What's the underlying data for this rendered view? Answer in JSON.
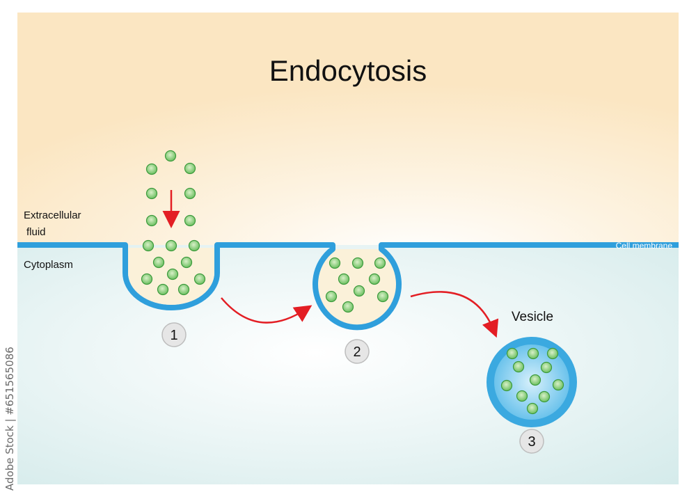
{
  "title": "Endocytosis",
  "labels": {
    "extracellular_line1": "Extracellular",
    "extracellular_line2": "fluid",
    "cytoplasm": "Cytoplasm",
    "cell_membrane": "Cell membrane",
    "vesicle": "Vesicle"
  },
  "steps": [
    "1",
    "2",
    "3"
  ],
  "stock_id": "Adobe Stock | #651565086",
  "colors": {
    "extracellular": "#fbe6c2",
    "cytoplasm": "#d7ecec",
    "membrane": "#2f9fdc",
    "particle": "#6fc06a",
    "arrow": "#e31e24"
  }
}
